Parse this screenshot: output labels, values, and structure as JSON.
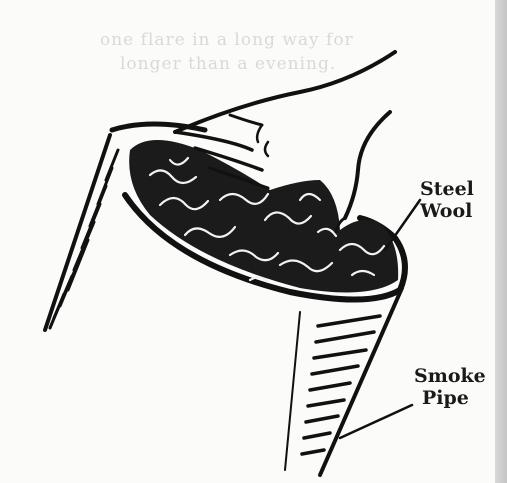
{
  "faint_text": {
    "line1": "one flare in a long way for",
    "line2": "longer than a evening."
  },
  "labels": {
    "steel_wool_line1": "Steel",
    "steel_wool_line2": "Wool",
    "smoke_pipe_line1": "Smoke",
    "smoke_pipe_line2": "Pipe"
  },
  "colors": {
    "ink": "#111111",
    "paper": "#fbfbfa"
  }
}
